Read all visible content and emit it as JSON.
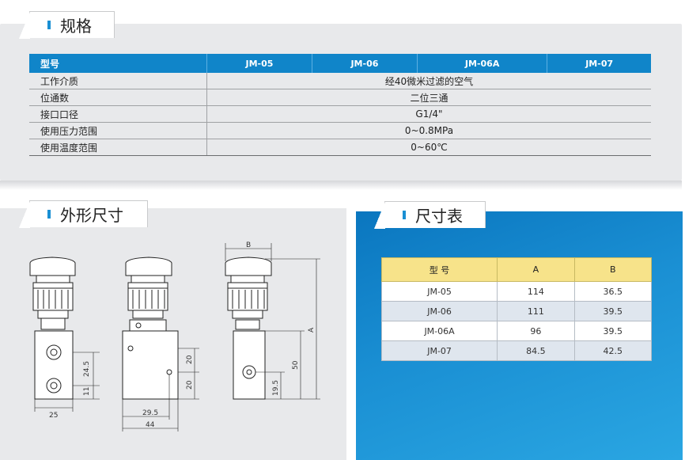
{
  "spec_section": {
    "tab_title": "规格",
    "header": [
      "型号",
      "JM-05",
      "JM-06",
      "JM-06A",
      "JM-07"
    ],
    "rows": [
      {
        "label": "工作介质",
        "value": "经40微米过滤的空气"
      },
      {
        "label": "位通数",
        "value": "二位三通"
      },
      {
        "label": "接口口径",
        "value": "G1/4\""
      },
      {
        "label": "使用压力范围",
        "value": "0~0.8MPa"
      },
      {
        "label": "使用温度范围",
        "value": "0~60℃"
      }
    ]
  },
  "dims_section": {
    "tab_title": "外形尺寸",
    "labels": {
      "d25": "25",
      "d24_5": "24.5",
      "d11": "11",
      "d29_5": "29.5",
      "d44": "44",
      "d20a": "20",
      "d20b": "20",
      "dB": "B",
      "dA": "A",
      "d50": "50",
      "d19_5": "19.5"
    }
  },
  "size_table_section": {
    "tab_title": "尺寸表",
    "header": [
      "型 号",
      "A",
      "B"
    ],
    "rows": [
      [
        "JM-05",
        "114",
        "36.5"
      ],
      [
        "JM-06",
        "111",
        "39.5"
      ],
      [
        "JM-06A",
        "96",
        "39.5"
      ],
      [
        "JM-07",
        "84.5",
        "42.5"
      ]
    ]
  },
  "colors": {
    "accent_blue": "#1085c9",
    "header_yellow": "#f7e38a",
    "panel_gray": "#e8e9eb"
  }
}
